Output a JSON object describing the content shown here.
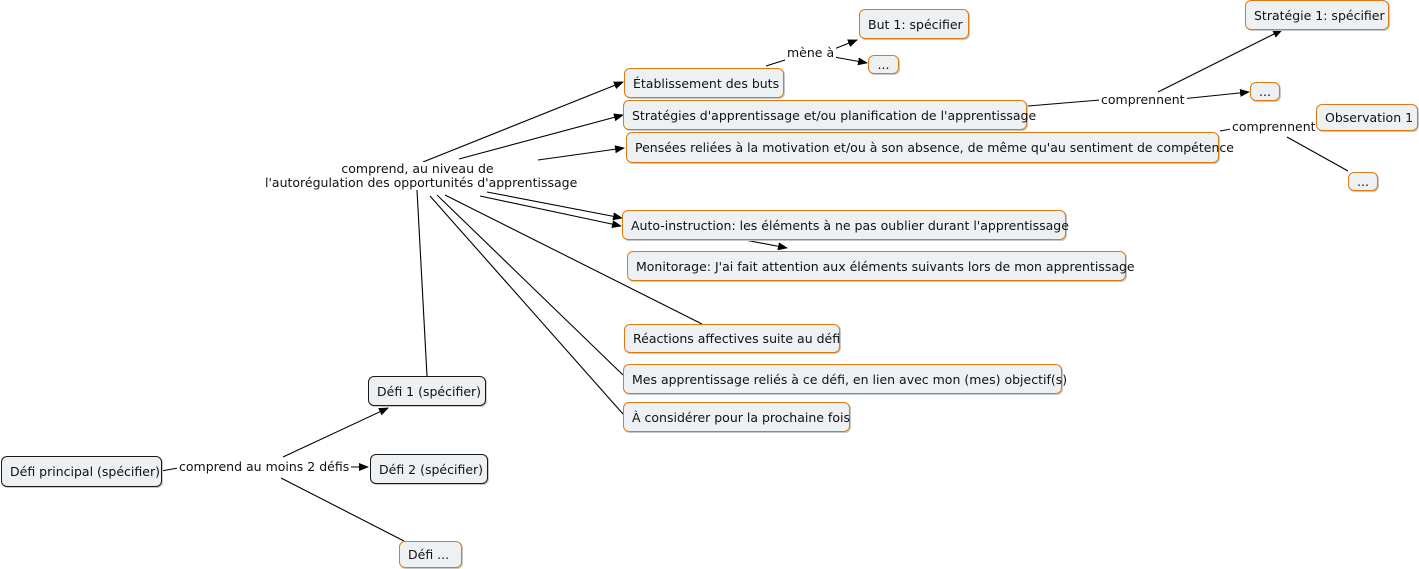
{
  "colors": {
    "accent_border": "#e07a10",
    "dark_border": "#1a1a1a",
    "node_fill": "#eef1f3"
  },
  "nodes": {
    "main": "Défi principal (spécifier)",
    "defi1": "Défi 1 (spécifier)",
    "defi2": "Défi 2 (spécifier)",
    "defi3": "Défi ...",
    "buts": "Établissement des buts",
    "but1": "But 1: spécifier",
    "but_more": "...",
    "strategies": "Stratégies d'apprentissage et/ou planification de l'apprentissage",
    "strategie1": "Stratégie 1: spécifier",
    "strategie_more": "...",
    "pensees": "Pensées reliées à la motivation et/ou à son absence, de même qu'au sentiment de compétence",
    "observation1": "Observation 1",
    "observation_more": "...",
    "autoinstruction": "Auto-instruction: les éléments à ne pas oublier durant l'apprentissage",
    "monitorage": "Monitorage: J'ai fait attention aux éléments suivants lors de mon apprentissage",
    "reactions": "Réactions affectives suite au défi",
    "apprentissages": "Mes apprentissage reliés à ce défi, en lien avec mon (mes) objectif(s)",
    "considerer": "À considérer pour la prochaine fois"
  },
  "links": {
    "comprend_defis": "comprend au moins 2 défis",
    "comprend_niveau_line1": "comprend, au niveau de",
    "comprend_niveau_line2": "l'autorégulation des opportunités d'apprentissage",
    "mene_a": "mène à",
    "comprennent_strat": "comprennent",
    "comprennent_obs": "comprennent"
  }
}
